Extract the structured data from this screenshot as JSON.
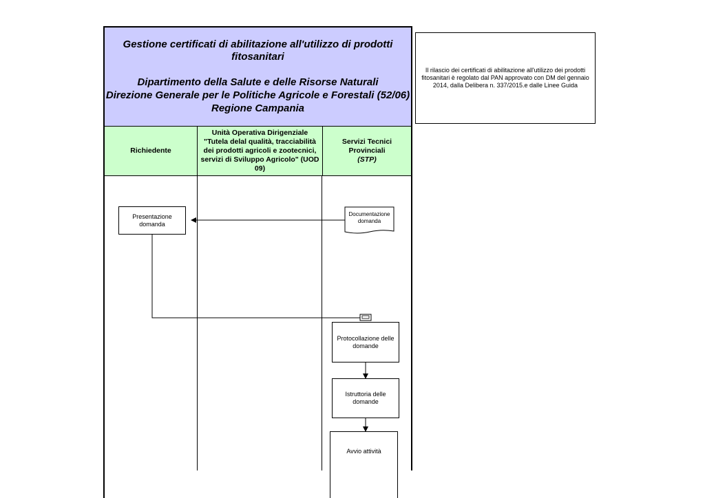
{
  "title": {
    "line1": "Gestione certificati di abilitazione all'utilizzo di prodotti fitosanitari",
    "line2": "Dipartimento della Salute e delle Risorse Naturali",
    "line3": "Direzione Generale per le Politiche Agricole e Forestali (52/06)",
    "line4": "Regione Campania"
  },
  "note": "Il rilascio dei certificati di abilitazione all'utilizzo dei prodotti fitosanitari è regolato dal PAN approvato con DM del gennaio 2014, dalla Delibera n. 337/2015.e dalle Linee Guida",
  "lanes": {
    "lane1": "Richiedente",
    "lane2": "Unità Operativa Dirigenziale \"Tutela delal qualità, tracciabilità dei prodotti agricoli e zootecnici, servizi di Sviluppo Agricolo\" (UOD 09)",
    "lane3_name": "Servizi Tecnici Provinciali",
    "lane3_abbr": "(STP)"
  },
  "shapes": {
    "presentazione": "Presentazione domanda",
    "documentazione": "Documentazione domanda",
    "protocollazione": "Protocollazione delle domande",
    "istruttoria": "Istruttoria delle domande",
    "avvio": "Avvio attività"
  }
}
